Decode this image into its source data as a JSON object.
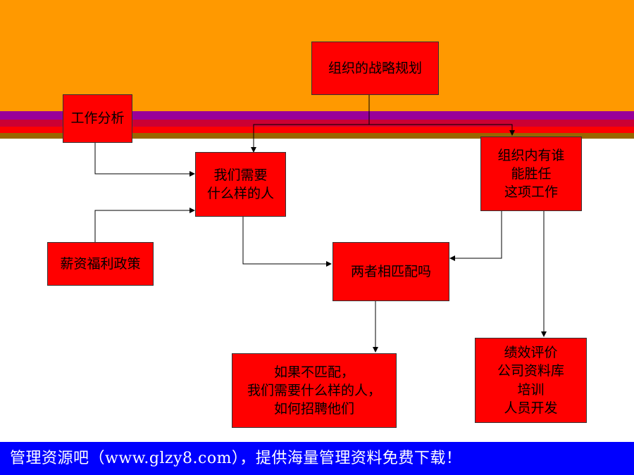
{
  "colors": {
    "header": "#ff9900",
    "stripe_purple": "#990099",
    "stripe_maroon": "#cc0033",
    "stripe_red": "#ff0000",
    "stripe_olive": "#996600",
    "box_fill": "#ff0000",
    "footer": "#0000ff"
  },
  "nodes": {
    "strategy": "组织的战略规划",
    "job_analysis": "工作分析",
    "people_needed": "我们需要\n什么样的人",
    "who_capable": "组织内有谁\n能胜任\n这项工作",
    "compensation": "薪资福利政策",
    "match": "两者相匹配吗",
    "recruit": "如果不匹配，\n我们需要什么样的人，\n如何招聘他们",
    "development": "绩效评价\n公司资料库\n培训\n人员开发"
  },
  "footer": {
    "text": "管理资源吧（www.glzy8.com），提供海量管理资料免费下载！"
  }
}
